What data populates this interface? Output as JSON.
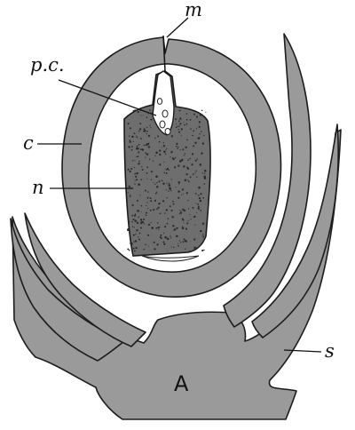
{
  "labels": {
    "m": "m",
    "pc": "p.c.",
    "c": "c",
    "n": "n",
    "s": "s",
    "A": "A"
  }
}
